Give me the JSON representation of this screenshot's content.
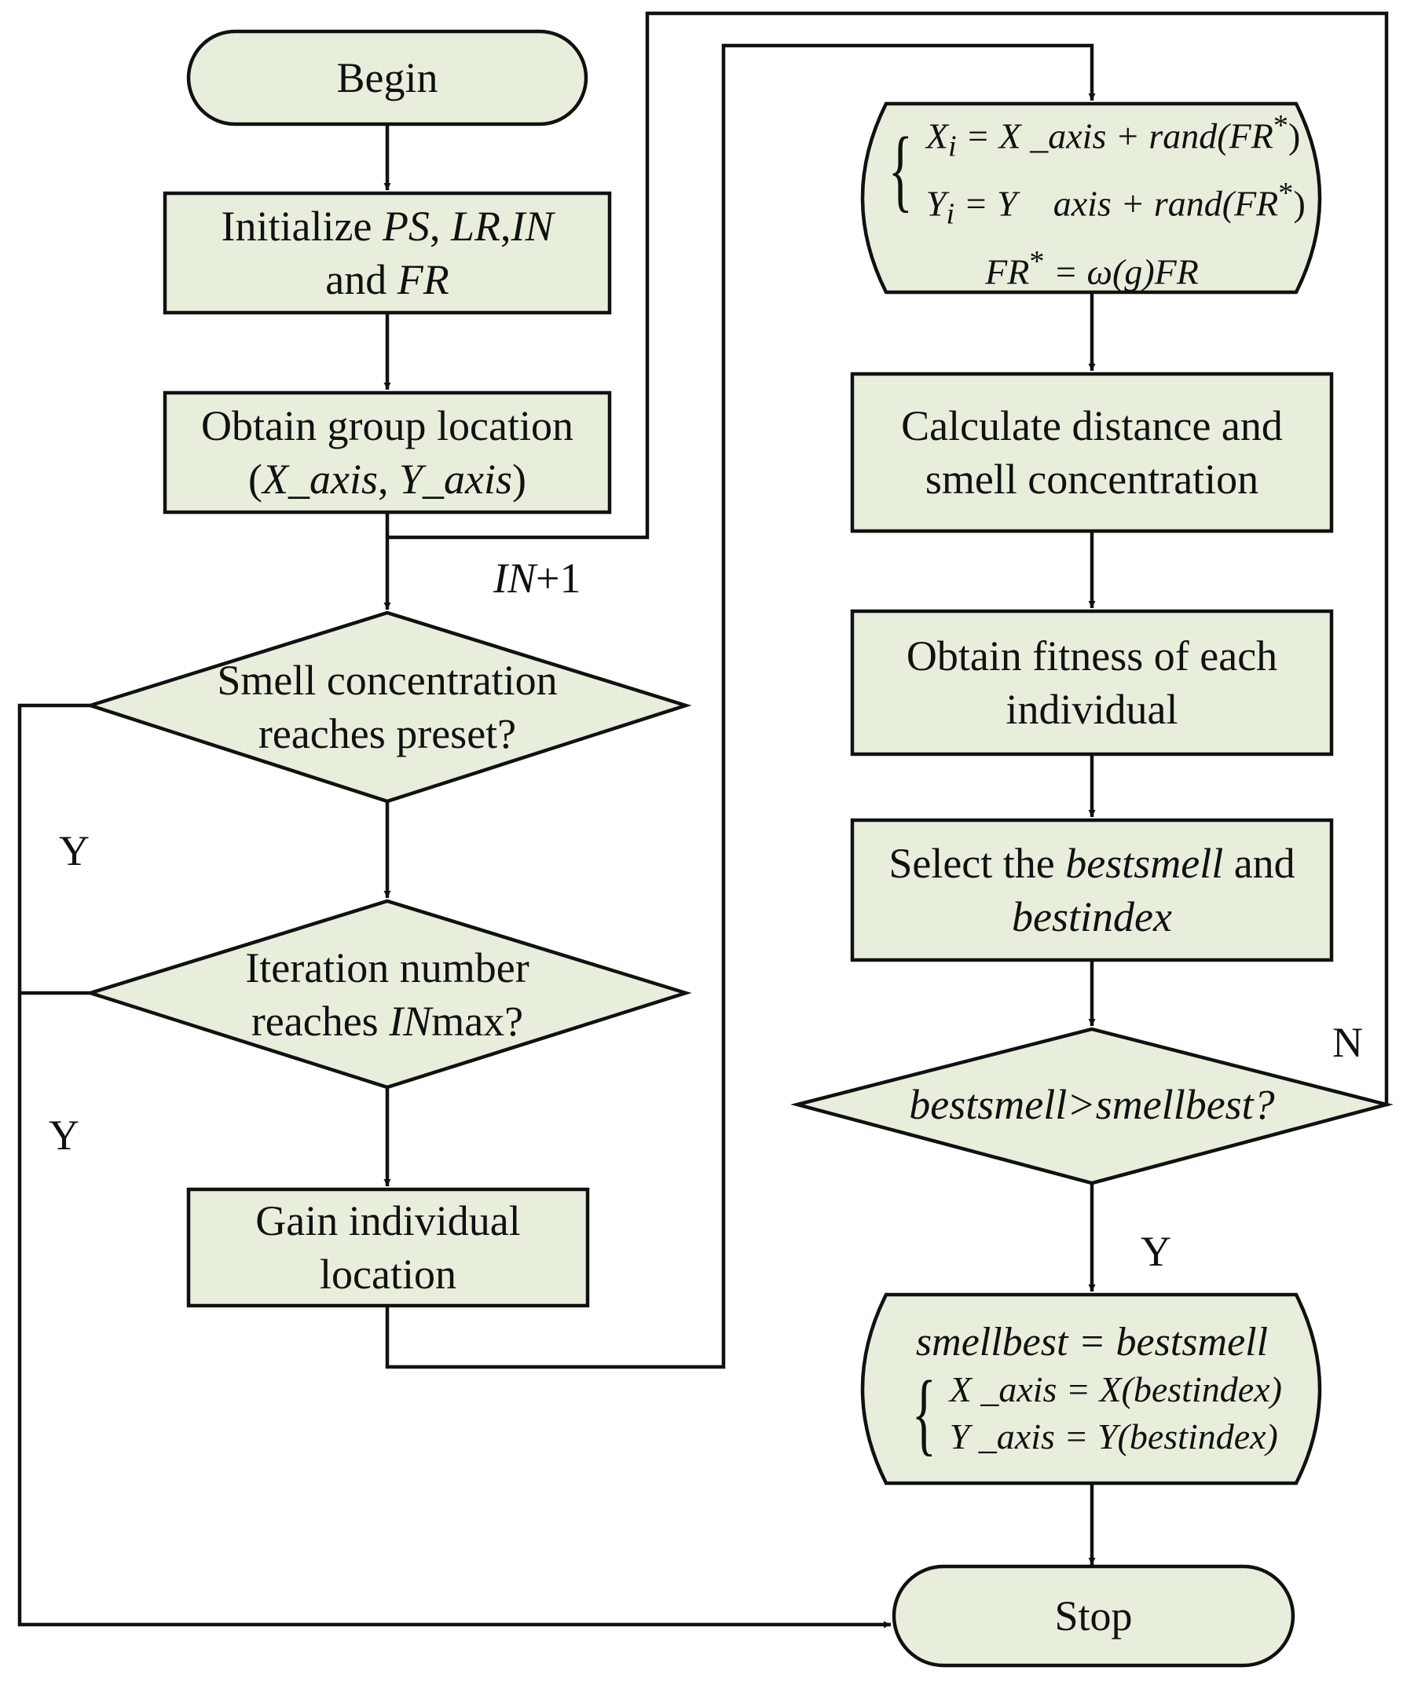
{
  "begin": "Begin",
  "init": {
    "w1": "Initialize",
    "v1": "PS",
    "sep1": ",",
    "v2": "LR",
    "sep2": ",",
    "v3": "IN",
    "w2": "and",
    "v4": "FR"
  },
  "group": {
    "line1": "Obtain group location",
    "open": "(",
    "v1": "X_axis",
    "comma": ", ",
    "v2": "Y_axis",
    "close": ")"
  },
  "in_plus": {
    "v": "IN",
    "rest": "+1"
  },
  "smell_check": {
    "line1": "Smell concentration",
    "line2": "reaches preset?"
  },
  "iter_check": {
    "line1": "Iteration number",
    "pre": "reaches ",
    "v": "IN",
    "post": "max?"
  },
  "gain": {
    "line1": "Gain individual",
    "line2": "location"
  },
  "update": {
    "l1a": "X",
    "l1sub": "i",
    "l1b": " = X _axis + rand",
    "l1c": "(FR",
    "l1sup": "*",
    "l1d": ")",
    "l2a": "Y",
    "l2sub": "i",
    "l2b": " = Y    axis + rand",
    "l2c": "(FR",
    "l2sup": "*",
    "l2d": ")",
    "l3a": "FR",
    "l3sup": "*",
    "l3b": " = ω(g)FR"
  },
  "calc": {
    "line1": "Calculate distance and",
    "line2": "smell concentration"
  },
  "fitness": {
    "line1": "Obtain fitness of each",
    "line2": "individual"
  },
  "select": {
    "pre": "Select the ",
    "v1": "bestsmell",
    "mid": " and",
    "v2": "bestindex"
  },
  "compare": {
    "text": "bestsmell>smellbest?"
  },
  "assign": {
    "l1": "smellbest = bestsmell",
    "l2": "X _axis = X(bestindex)",
    "l3": "Y _axis = Y(bestindex)"
  },
  "stop": "Stop",
  "labels": {
    "y1": "Y",
    "y2": "Y",
    "n": "N",
    "y3": "Y"
  }
}
